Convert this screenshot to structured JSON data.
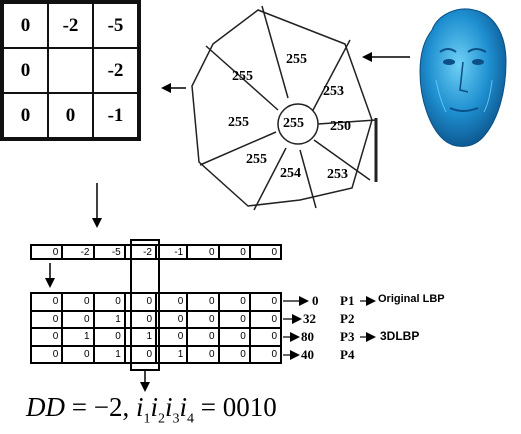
{
  "grid3": [
    "0",
    "-2",
    "-5",
    "0",
    "",
    "-2",
    "0",
    "0",
    "-1"
  ],
  "neighbors": {
    "center": "255",
    "items": [
      "255",
      "253",
      "250",
      "253",
      "254",
      "255",
      "255",
      "255"
    ]
  },
  "sequence": [
    "0",
    "-2",
    "-5",
    "-2",
    "-1",
    "0",
    "0",
    "0"
  ],
  "bit_rows": [
    {
      "bits": [
        "0",
        "0",
        "0",
        "0",
        "0",
        "0",
        "0",
        "0"
      ],
      "value": "0",
      "plane": "P1",
      "tag": "Original LBP"
    },
    {
      "bits": [
        "0",
        "0",
        "1",
        "0",
        "0",
        "0",
        "0",
        "0"
      ],
      "value": "32",
      "plane": "P2",
      "tag": ""
    },
    {
      "bits": [
        "0",
        "1",
        "0",
        "1",
        "0",
        "0",
        "0",
        "0"
      ],
      "value": "80",
      "plane": "P3",
      "tag": "3DLBP"
    },
    {
      "bits": [
        "0",
        "0",
        "1",
        "0",
        "1",
        "0",
        "0",
        "0"
      ],
      "value": "40",
      "plane": "P4",
      "tag": ""
    }
  ],
  "formula": {
    "lhs": "DD",
    "dd_value": "−2,",
    "i_lhs": "i",
    "subs": [
      "1",
      "2",
      "3",
      "4"
    ],
    "rhs": "0010"
  },
  "colors": {
    "face": "#1e8fd0",
    "face_dark": "#0b4f86",
    "face_light": "#6fd0f5"
  }
}
